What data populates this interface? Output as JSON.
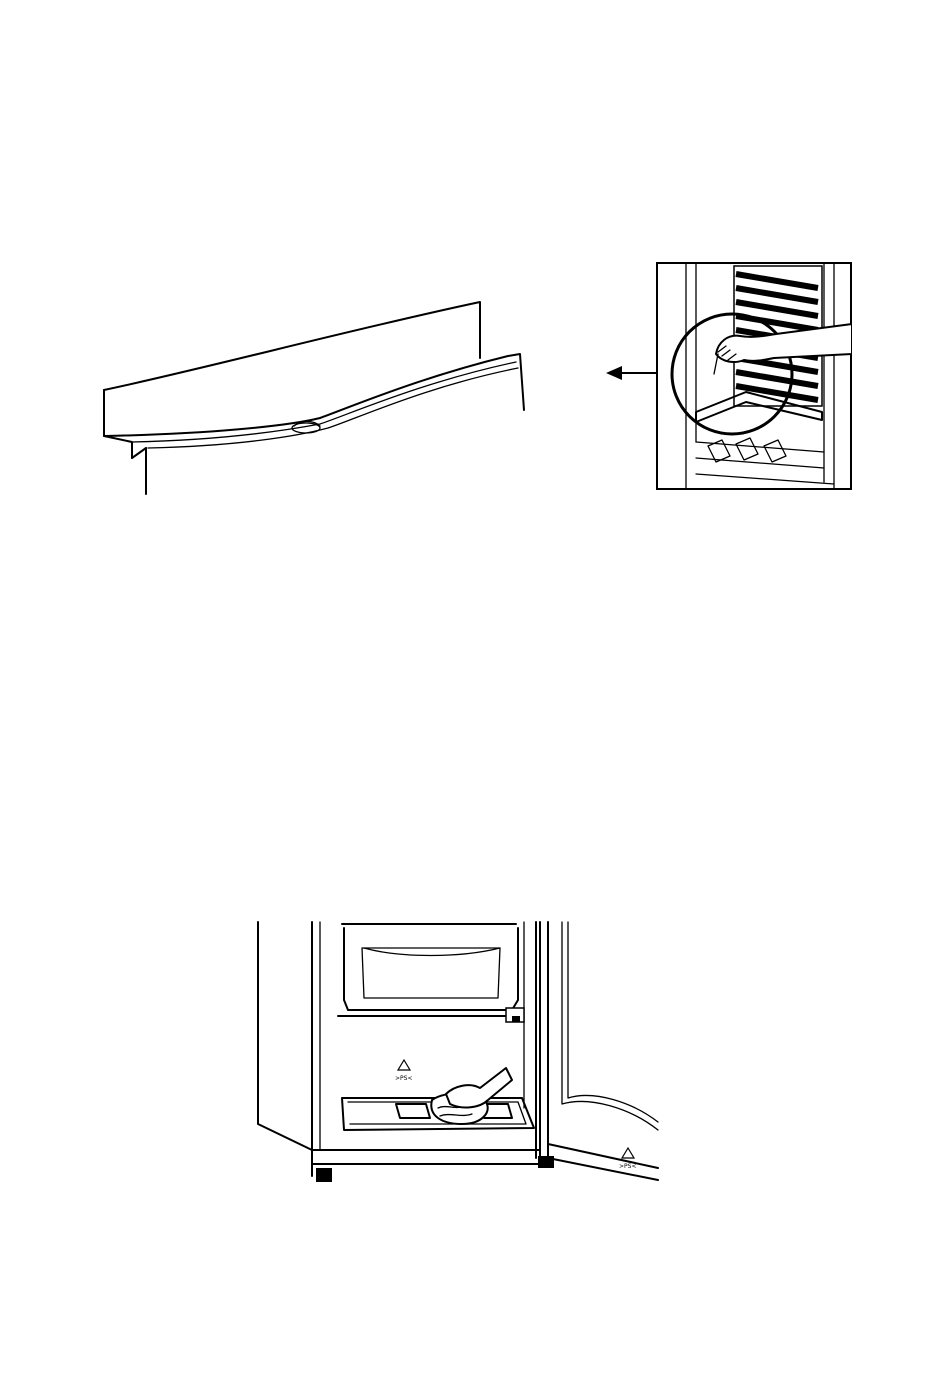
{
  "page": {
    "figures": [
      {
        "id": "drain-channel",
        "label": ""
      },
      {
        "id": "drain-hole-cleaning",
        "label": ""
      },
      {
        "id": "freezer-cleaning",
        "label": ""
      }
    ]
  },
  "markings": {
    "recycle_ps": ">PS<",
    "recycle_door": ">PS<"
  }
}
